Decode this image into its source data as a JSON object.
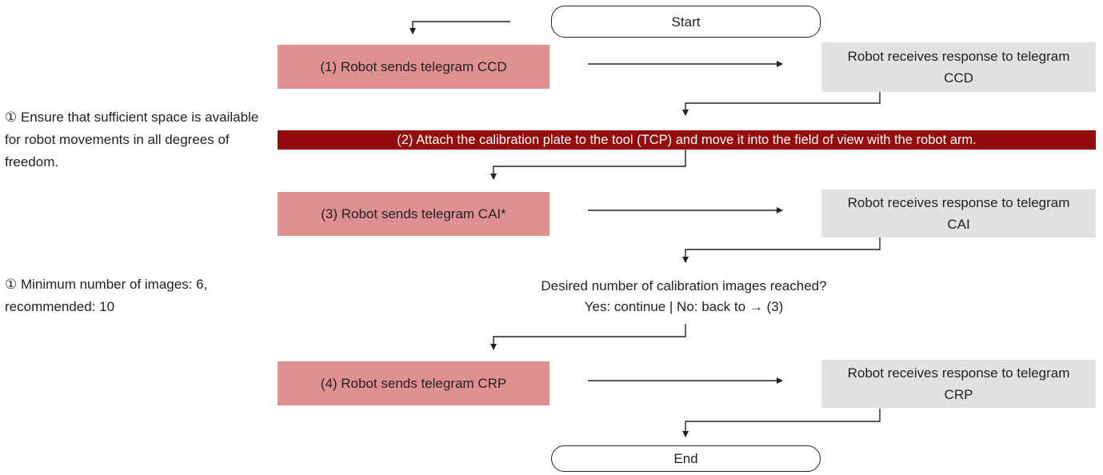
{
  "start_label": "Start",
  "end_label": "End",
  "steps": {
    "step1": "(1) Robot sends telegram CCD",
    "resp1": "Robot receives response to telegram CCD",
    "step2": "(2) Attach the calibration plate to the tool (TCP) and move it into the field of view with the robot arm.",
    "step3": "(3) Robot sends telegram CAI*",
    "resp3": "Robot receives response to telegram CAI",
    "decision_line1": "Desired number of calibration images reached?",
    "decision_line2": "Yes: continue | No: back to → (3)",
    "step4": "(4) Robot sends telegram CRP",
    "resp4": "Robot receives response to telegram CRP"
  },
  "notes": {
    "space_note": "① Ensure that sufficient space is available for robot movements in all degrees of freedom.",
    "images_note": "① Minimum number of images: 6, recommended: 10"
  },
  "colors": {
    "action_fill": "#e09090",
    "response_fill": "#e2e2e2",
    "highlight_fill": "#960c0c",
    "line": "#222222"
  }
}
